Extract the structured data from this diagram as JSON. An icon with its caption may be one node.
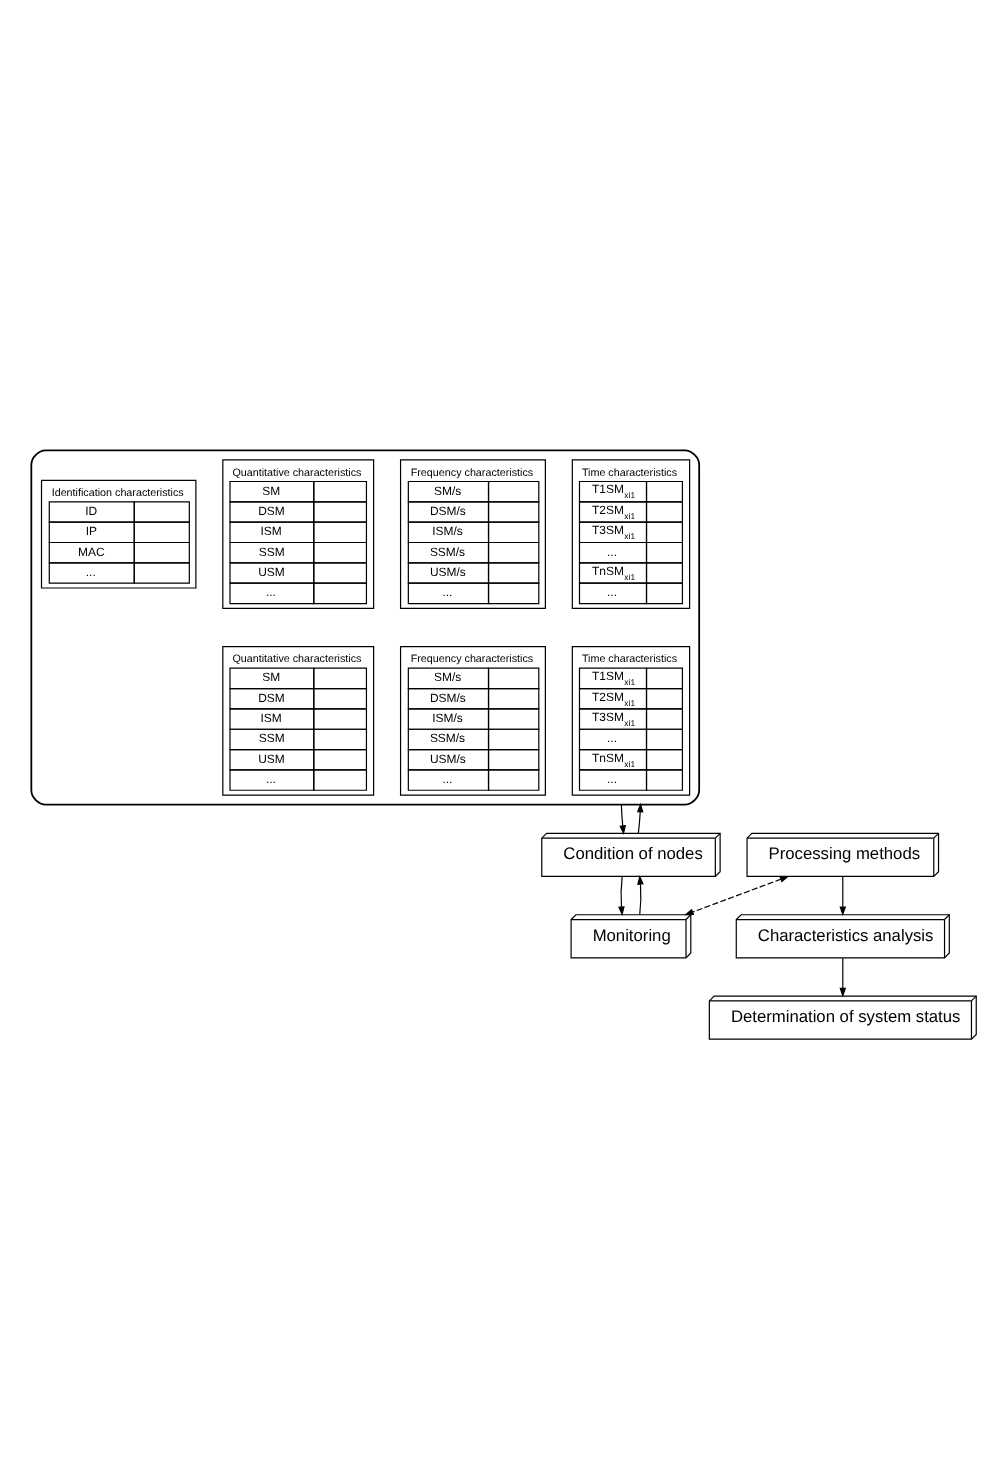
{
  "diagram": {
    "nodes": [
      {
        "text": [],
        "shape": "cylinder"
      },
      {
        "text": [
          "Identification characteristics",
          "ID",
          "IP",
          "MAC",
          "..."
        ],
        "in": 0
      },
      {
        "text": [
          "Quantitative characteristics",
          "SM",
          "DSM",
          "ISM",
          "SSM",
          "USM",
          "..."
        ],
        "in": 0
      },
      {
        "text": [
          "Frequency characteristics",
          "SM/s",
          "DSM/s",
          "ISM/s",
          "SSM/s",
          "USM/s",
          "..."
        ],
        "in": 0
      },
      {
        "text": [
          "Time characteristics",
          "T1SM$_{xi1}$",
          "T2SM$_{xi1}$",
          "T3SM$_{xi1}$",
          "...",
          "TnSM$_{xi1}$",
          "..."
        ],
        "in": 0
      },
      {
        "text": [
          "Quantitative characteristics",
          "SM",
          "DSM",
          "ISM",
          "SSM",
          "USM",
          "..."
        ],
        "in": 0
      },
      {
        "text": [
          "Frequency characteristics",
          "SM/s",
          "DSM/s",
          "ISM/s",
          "SSM/s",
          "USM/s",
          "..."
        ],
        "in": 0
      },
      {
        "text": [
          "Time characteristics",
          "T1SM$_{xi1}$",
          "T2SM$_{xi1}$",
          "T3SM$_{xi1}$",
          "...",
          "TnSM$_{xi1}$",
          "..."
        ],
        "in": 0
      },
      {
        "text": [
          "Condition of nodes"
        ]
      },
      {
        "text": [
          "Processing methods"
        ]
      },
      {
        "text": [
          "Monitoring"
        ]
      },
      {
        "text": [
          "Characteristics analysis"
        ]
      },
      {
        "text": [
          "Determination of system status"
        ]
      }
    ],
    "edges": [
      {
        "from": 0,
        "to": 8,
        "arrow": "to"
      },
      {
        "from": 8,
        "to": 0,
        "arrow": "to"
      },
      {
        "from": 8,
        "to": 10,
        "arrow": "to"
      },
      {
        "from": 10,
        "to": 8,
        "arrow": "to"
      },
      {
        "from": 9,
        "to": 10,
        "arrow": "both",
        "style": "dashed"
      },
      {
        "from": 9,
        "to": 11,
        "arrow": "to"
      },
      {
        "from": 11,
        "to": 12,
        "arrow": "to"
      }
    ]
  }
}
